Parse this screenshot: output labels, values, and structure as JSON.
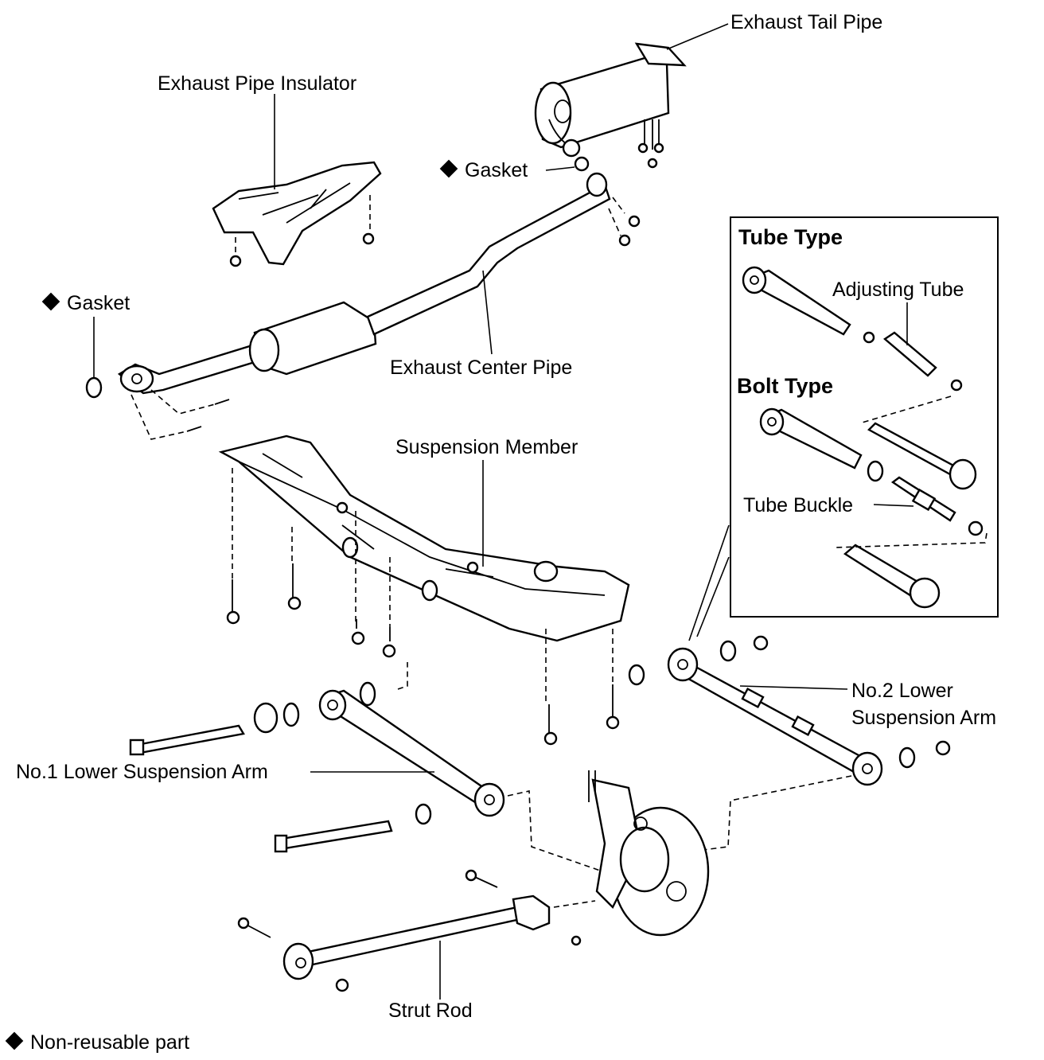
{
  "labels": {
    "exhaust_tail_pipe": "Exhaust Tail Pipe",
    "exhaust_pipe_insulator": "Exhaust Pipe Insulator",
    "gasket_upper": "Gasket",
    "gasket_left": "Gasket",
    "exhaust_center_pipe": "Exhaust Center Pipe",
    "suspension_member": "Suspension Member",
    "no1_lower_arm": "No.1 Lower Suspension Arm",
    "no2_lower_arm_line1": "No.2 Lower",
    "no2_lower_arm_line2": "Suspension Arm",
    "strut_rod": "Strut Rod",
    "non_reusable": "Non-reusable part"
  },
  "inset": {
    "tube_type": "Tube Type",
    "adjusting_tube": "Adjusting Tube",
    "bolt_type": "Bolt Type",
    "tube_buckle": "Tube Buckle"
  },
  "icons": {
    "non_reusable_marker": "black-diamond"
  }
}
